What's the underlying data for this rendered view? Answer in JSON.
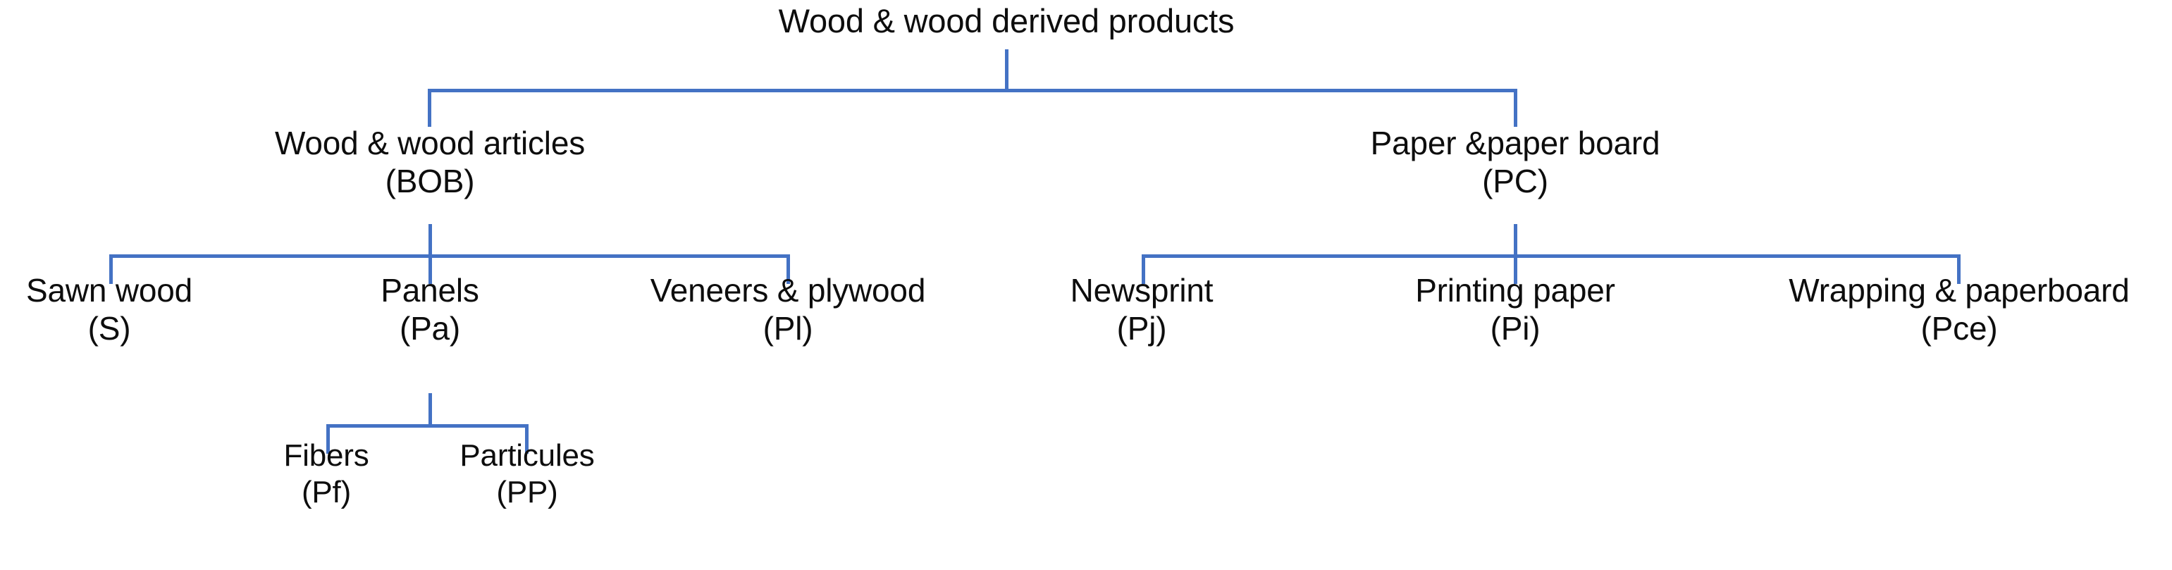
{
  "diagram": {
    "type": "tree",
    "orientation": "top-down",
    "background_color": "#FFFFFF",
    "connector_color": "#4472C4",
    "text_color": "#0D0D0D",
    "root": {
      "title": "Wood & wood derived products",
      "code": ""
    },
    "level2": [
      {
        "title": "Wood & wood articles",
        "code": "(BOB)"
      },
      {
        "title": "Paper &paper board",
        "code": "(PC)"
      }
    ],
    "level3_left": [
      {
        "title": "Sawn wood",
        "code": "(S)"
      },
      {
        "title": "Panels",
        "code": "(Pa)"
      },
      {
        "title": "Veneers & plywood",
        "code": "(Pl)"
      }
    ],
    "level3_right": [
      {
        "title": "Newsprint",
        "code": "(Pj)"
      },
      {
        "title": "Printing paper",
        "code": "(Pi)"
      },
      {
        "title": "Wrapping & paperboard",
        "code": "(Pce)"
      }
    ],
    "level4_panels": [
      {
        "title": "Fibers",
        "code": "(Pf)"
      },
      {
        "title": "Particules",
        "code": "(PP)"
      }
    ]
  }
}
